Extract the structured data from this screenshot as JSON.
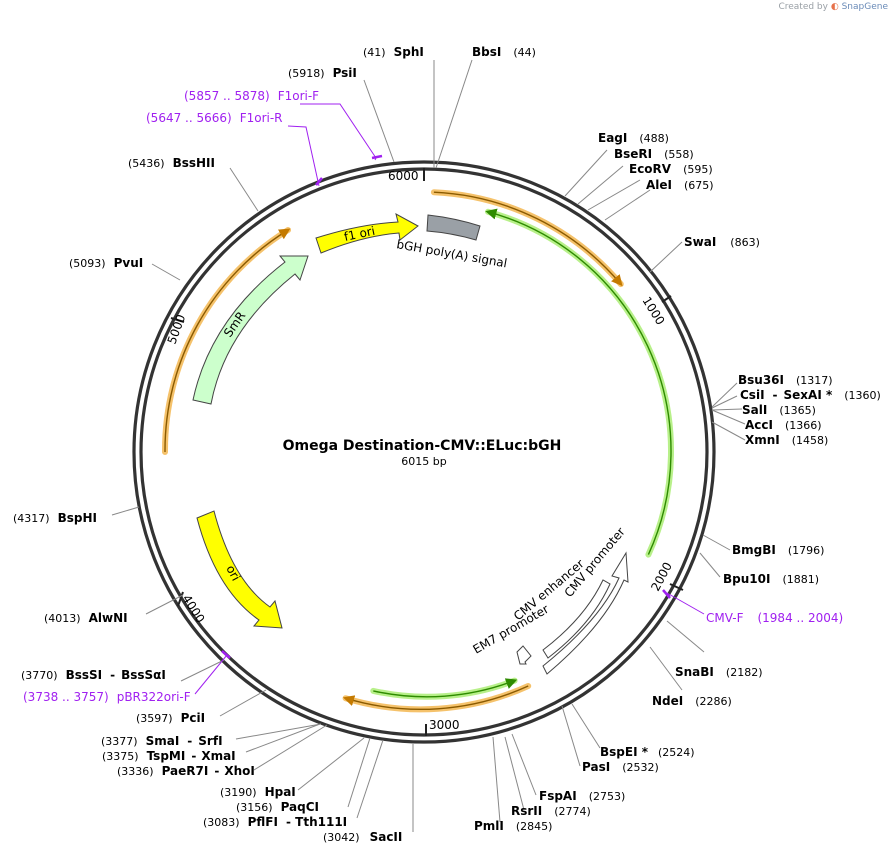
{
  "credit": {
    "prefix": "Created by",
    "brand": "SnapGene"
  },
  "plasmid": {
    "name": "Omega Destination-CMV::ELuc:bGH",
    "length_label": "6015 bp",
    "length": 6015
  },
  "ticks": [
    "1000",
    "2000",
    "3000",
    "4000",
    "5000",
    "6000"
  ],
  "sites": [
    {
      "id": "sphi",
      "name": "SphI",
      "pos": "(41)",
      "at": 41
    },
    {
      "id": "bbsi",
      "name": "BbsI",
      "pos": "(44)",
      "at": 44
    },
    {
      "id": "eagi",
      "name": "EagI",
      "pos": "(488)",
      "at": 488
    },
    {
      "id": "bseri",
      "name": "BseRI",
      "pos": "(558)",
      "at": 558
    },
    {
      "id": "ecorv",
      "name": "EcoRV",
      "pos": "(595)",
      "at": 595
    },
    {
      "id": "alei",
      "name": "AleI",
      "pos": "(675)",
      "at": 675
    },
    {
      "id": "swai",
      "name": "SwaI",
      "pos": "(863)",
      "at": 863
    },
    {
      "id": "bsu36i",
      "name": "Bsu36I",
      "pos": "(1317)",
      "at": 1317
    },
    {
      "id": "csii",
      "name": "CsiI",
      "name2": "SexAI *",
      "pos": "(1360)",
      "at": 1360
    },
    {
      "id": "sali",
      "name": "SalI",
      "pos": "(1365)",
      "at": 1365
    },
    {
      "id": "acci",
      "name": "AccI",
      "pos": "(1366)",
      "at": 1366
    },
    {
      "id": "xmni",
      "name": "XmnI",
      "pos": "(1458)",
      "at": 1458
    },
    {
      "id": "bmgbi",
      "name": "BmgBI",
      "pos": "(1796)",
      "at": 1796
    },
    {
      "id": "bpu10i",
      "name": "Bpu10I",
      "pos": "(1881)",
      "at": 1881
    },
    {
      "id": "snabi",
      "name": "SnaBI",
      "pos": "(2182)",
      "at": 2182
    },
    {
      "id": "ndei",
      "name": "NdeI",
      "pos": "(2286)",
      "at": 2286
    },
    {
      "id": "bspei",
      "name": "BspEI *",
      "pos": "(2524)",
      "at": 2524
    },
    {
      "id": "pasi",
      "name": "PasI",
      "pos": "(2532)",
      "at": 2532
    },
    {
      "id": "fspai",
      "name": "FspAI",
      "pos": "(2753)",
      "at": 2753
    },
    {
      "id": "rsrii",
      "name": "RsrII",
      "pos": "(2774)",
      "at": 2774
    },
    {
      "id": "pmli",
      "name": "PmlI",
      "pos": "(2845)",
      "at": 2845
    },
    {
      "id": "sacii",
      "name": "SacII",
      "pos": "(3042)",
      "at": 3042
    },
    {
      "id": "pflfi",
      "name": "PflFI",
      "name2": "Tth111I",
      "pos": "(3083)",
      "at": 3083
    },
    {
      "id": "paqci",
      "name": "PaqCI",
      "pos": "(3156)",
      "at": 3156
    },
    {
      "id": "hpai",
      "name": "HpaI",
      "pos": "(3190)",
      "at": 3190
    },
    {
      "id": "paer7i",
      "name": "PaeR7I",
      "name2": "XhoI",
      "pos": "(3336)",
      "at": 3336
    },
    {
      "id": "tspmi",
      "name": "TspMI",
      "name2": "XmaI",
      "pos": "(3375)",
      "at": 3375
    },
    {
      "id": "smai",
      "name": "SmaI",
      "name2": "SrfI",
      "pos": "(3377)",
      "at": 3377
    },
    {
      "id": "pcii",
      "name": "PciI",
      "pos": "(3597)",
      "at": 3597
    },
    {
      "id": "bssi",
      "name": "BssSI",
      "name2": "BssSαI",
      "pos": "(3770)",
      "at": 3770
    },
    {
      "id": "alwni",
      "name": "AlwNI",
      "pos": "(4013)",
      "at": 4013
    },
    {
      "id": "bsphi",
      "name": "BspHI",
      "pos": "(4317)",
      "at": 4317
    },
    {
      "id": "pvui",
      "name": "PvuI",
      "pos": "(5093)",
      "at": 5093
    },
    {
      "id": "bsshii",
      "name": "BssHII",
      "pos": "(5436)",
      "at": 5436
    },
    {
      "id": "psii",
      "name": "PsiI",
      "pos": "(5918)",
      "at": 5918
    }
  ],
  "primers": [
    {
      "id": "f1ori-f",
      "name": "F1ori-F",
      "range": "(5857 .. 5878)"
    },
    {
      "id": "f1ori-r",
      "name": "F1ori-R",
      "range": "(5647 .. 5666)"
    },
    {
      "id": "cmv-f",
      "name": "CMV-F",
      "range": "(1984 .. 2004)"
    },
    {
      "id": "pbr322ori-f",
      "name": "pBR322ori-F",
      "range": "(3738 .. 3757)"
    }
  ],
  "features": [
    {
      "id": "f1-ori",
      "label": "f1 ori",
      "color": "#ffff00"
    },
    {
      "id": "bgh-polya",
      "label": "bGH poly(A) signal",
      "color": "#9aa0a6"
    },
    {
      "id": "smr",
      "label": "SmR",
      "color": "#ccffcc"
    },
    {
      "id": "ori",
      "label": "ori",
      "color": "#ffff00"
    },
    {
      "id": "cmv-enhancer",
      "label": "CMV enhancer",
      "color": "#ffffff"
    },
    {
      "id": "cmv-promoter",
      "label": "CMV promoter",
      "color": "#ffffff"
    },
    {
      "id": "em7-promoter",
      "label": "EM7 promoter",
      "color": "#ffffff"
    }
  ],
  "colors": {
    "orf_orange": "#f5c26b",
    "orf_arrow": "#c47a00",
    "orf_green": "#7ccf3c",
    "primer": "#a020f0",
    "backbone": "#333333"
  }
}
